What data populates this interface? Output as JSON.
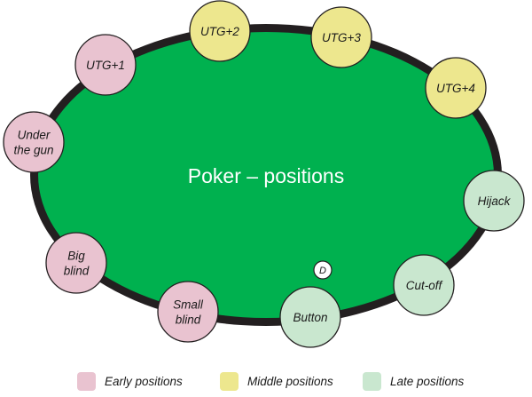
{
  "diagram": {
    "title": "Poker – positions",
    "dealer_button": "D",
    "colors": {
      "felt": "#00b14f",
      "rail": "#231f20",
      "early": "#e9c3d0",
      "middle": "#ede78e",
      "late": "#c9e7cf",
      "seat_outline": "#231f20"
    },
    "seats": [
      {
        "id": "utg",
        "lines": [
          "Under",
          "the gun"
        ],
        "group": "early"
      },
      {
        "id": "utg1",
        "lines": [
          "UTG+1"
        ],
        "group": "early"
      },
      {
        "id": "utg2",
        "lines": [
          "UTG+2"
        ],
        "group": "middle"
      },
      {
        "id": "utg3",
        "lines": [
          "UTG+3"
        ],
        "group": "middle"
      },
      {
        "id": "utg4",
        "lines": [
          "UTG+4"
        ],
        "group": "middle"
      },
      {
        "id": "hijack",
        "lines": [
          "Hijack"
        ],
        "group": "late"
      },
      {
        "id": "cutoff",
        "lines": [
          "Cut-off"
        ],
        "group": "late"
      },
      {
        "id": "button",
        "lines": [
          "Button"
        ],
        "group": "late"
      },
      {
        "id": "sb",
        "lines": [
          "Small",
          "blind"
        ],
        "group": "early"
      },
      {
        "id": "bb",
        "lines": [
          "Big",
          "blind"
        ],
        "group": "early"
      }
    ]
  },
  "legend": {
    "early": "Early positions",
    "middle": "Middle positions",
    "late": "Late positions"
  }
}
